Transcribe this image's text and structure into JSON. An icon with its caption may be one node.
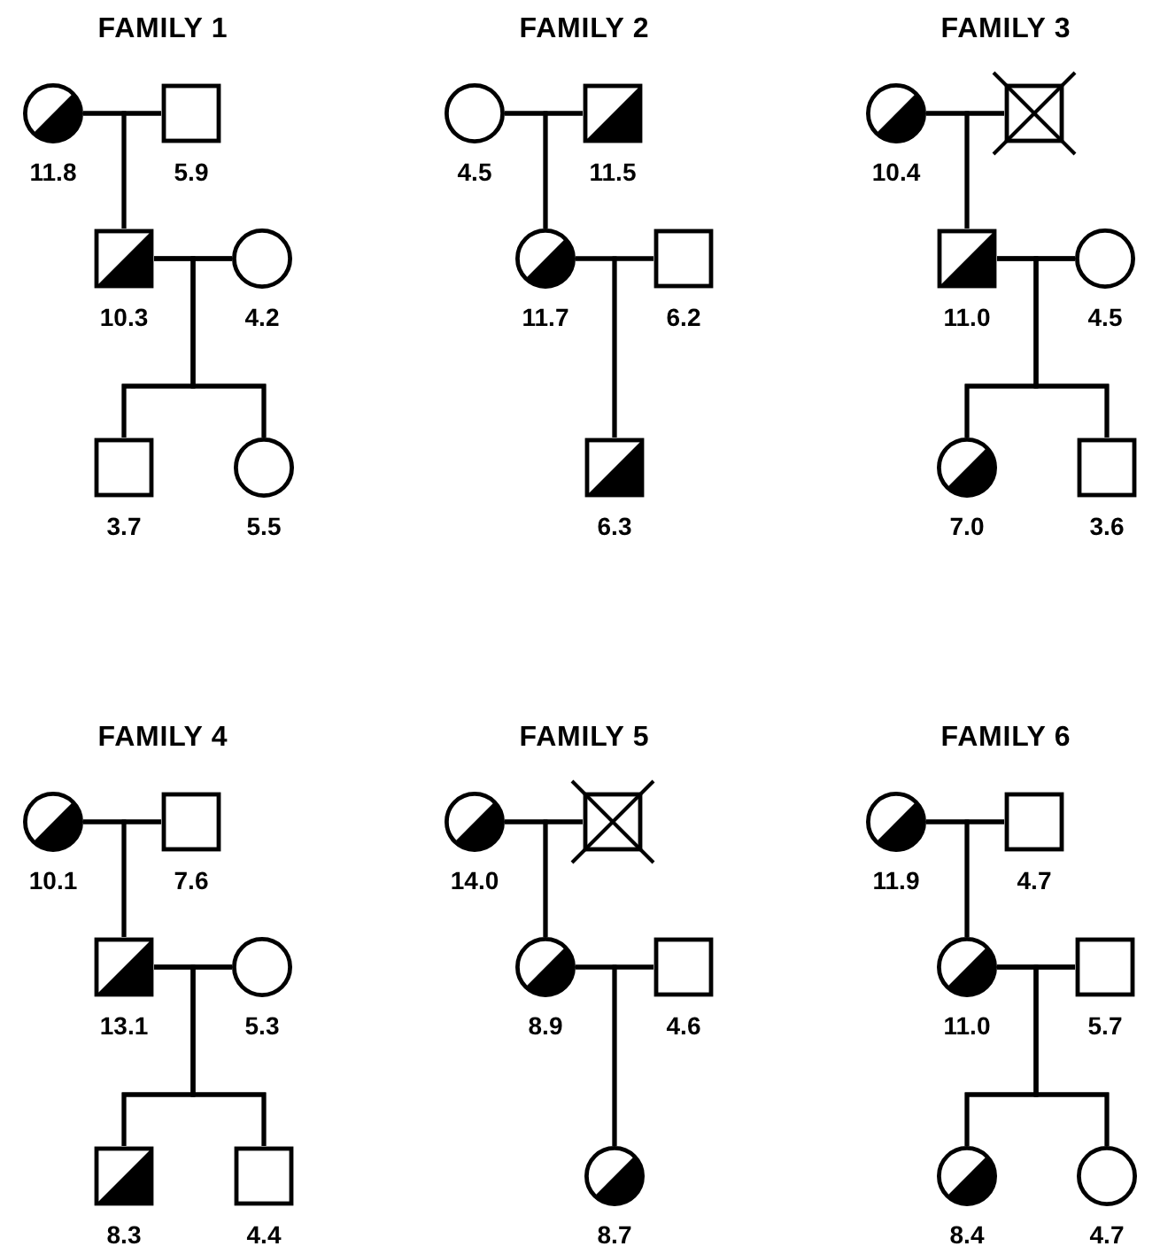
{
  "diagram": {
    "nodes": [
      {
        "text": [],
        "shape": "circle",
        "beside": [
          "11.8"
        ]
      },
      {
        "text": [],
        "shape": "square",
        "beside": [
          "5.9"
        ]
      },
      {
        "text": [],
        "shape": "square",
        "beside": [
          "10.3"
        ]
      },
      {
        "text": [],
        "shape": "circle",
        "beside": [
          "4.2"
        ]
      },
      {
        "text": [],
        "shape": "square",
        "beside": [
          "3.7"
        ]
      },
      {
        "text": [],
        "shape": "circle",
        "beside": [
          "5.5"
        ]
      },
      {
        "text": [],
        "shape": "circle",
        "beside": [
          "4.5"
        ]
      },
      {
        "text": [],
        "shape": "square",
        "beside": [
          "11.5"
        ]
      },
      {
        "text": [],
        "shape": "circle",
        "beside": [
          "11.7"
        ]
      },
      {
        "text": [],
        "shape": "square",
        "beside": [
          "6.2"
        ]
      },
      {
        "text": [],
        "shape": "square",
        "beside": [
          "6.3"
        ]
      },
      {
        "text": [],
        "shape": "circle",
        "beside": [
          "10.4"
        ]
      },
      {
        "text": [],
        "shape": "square"
      },
      {
        "text": [],
        "shape": "square",
        "beside": [
          "11.0"
        ]
      },
      {
        "text": [],
        "shape": "circle",
        "beside": [
          "4.5"
        ]
      },
      {
        "text": [],
        "shape": "circle",
        "beside": [
          "7.0"
        ]
      },
      {
        "text": [],
        "shape": "square",
        "beside": [
          "3.6"
        ]
      },
      {
        "text": [],
        "shape": "circle",
        "beside": [
          "10.1"
        ]
      },
      {
        "text": [],
        "shape": "square",
        "beside": [
          "7.6"
        ]
      },
      {
        "text": [],
        "shape": "square",
        "beside": [
          "13.1"
        ]
      },
      {
        "text": [],
        "shape": "circle",
        "beside": [
          "5.3"
        ]
      },
      {
        "text": [],
        "shape": "square",
        "beside": [
          "8.3"
        ]
      },
      {
        "text": [],
        "shape": "square",
        "beside": [
          "4.4"
        ]
      },
      {
        "text": [],
        "shape": "circle",
        "beside": [
          "14.0"
        ]
      },
      {
        "text": [],
        "shape": "square"
      },
      {
        "text": [],
        "shape": "circle",
        "beside": [
          "8.9"
        ]
      },
      {
        "text": [],
        "shape": "square",
        "beside": [
          "4.6"
        ]
      },
      {
        "text": [],
        "shape": "circle",
        "beside": [
          "8.7"
        ]
      },
      {
        "text": [],
        "shape": "circle",
        "beside": [
          "11.9"
        ]
      },
      {
        "text": [],
        "shape": "square",
        "beside": [
          "4.7"
        ]
      },
      {
        "text": [],
        "shape": "circle",
        "beside": [
          "11.0"
        ]
      },
      {
        "text": [],
        "shape": "square",
        "beside": [
          "5.7"
        ]
      },
      {
        "text": [],
        "shape": "circle",
        "beside": [
          "8.4"
        ]
      },
      {
        "text": [],
        "shape": "circle",
        "beside": [
          "4.7"
        ]
      }
    ],
    "edges": [
      {
        "from": 0,
        "to": 1,
        "arrow": "none"
      },
      {
        "from": 0,
        "to": 2,
        "arrow": "none"
      },
      {
        "from": 1,
        "to": 2,
        "arrow": "none"
      },
      {
        "from": 2,
        "to": 3,
        "arrow": "none"
      },
      {
        "from": 2,
        "to": 4,
        "arrow": "none"
      },
      {
        "from": 3,
        "to": 4,
        "arrow": "none"
      },
      {
        "from": 2,
        "to": 5,
        "arrow": "none"
      },
      {
        "from": 3,
        "to": 5,
        "arrow": "none"
      },
      {
        "from": 6,
        "to": 7,
        "arrow": "none"
      },
      {
        "from": 6,
        "to": 8,
        "arrow": "none"
      },
      {
        "from": 7,
        "to": 8,
        "arrow": "none"
      },
      {
        "from": 8,
        "to": 9,
        "arrow": "none"
      },
      {
        "from": 8,
        "to": 10,
        "arrow": "none"
      },
      {
        "from": 9,
        "to": 10,
        "arrow": "none"
      },
      {
        "from": 11,
        "to": 12,
        "arrow": "none"
      },
      {
        "from": 11,
        "to": 13,
        "arrow": "none"
      },
      {
        "from": 12,
        "to": 13,
        "arrow": "none"
      },
      {
        "from": 13,
        "to": 14,
        "arrow": "none"
      },
      {
        "from": 13,
        "to": 15,
        "arrow": "none"
      },
      {
        "from": 14,
        "to": 15,
        "arrow": "none"
      },
      {
        "from": 13,
        "to": 16,
        "arrow": "none"
      },
      {
        "from": 14,
        "to": 16,
        "arrow": "none"
      },
      {
        "from": 17,
        "to": 18,
        "arrow": "none"
      },
      {
        "from": 17,
        "to": 19,
        "arrow": "none"
      },
      {
        "from": 18,
        "to": 19,
        "arrow": "none"
      },
      {
        "from": 19,
        "to": 20,
        "arrow": "none"
      },
      {
        "from": 19,
        "to": 21,
        "arrow": "none"
      },
      {
        "from": 20,
        "to": 21,
        "arrow": "none"
      },
      {
        "from": 19,
        "to": 22,
        "arrow": "none"
      },
      {
        "from": 20,
        "to": 22,
        "arrow": "none"
      },
      {
        "from": 23,
        "to": 24,
        "arrow": "none"
      },
      {
        "from": 23,
        "to": 25,
        "arrow": "none"
      },
      {
        "from": 24,
        "to": 25,
        "arrow": "none"
      },
      {
        "from": 25,
        "to": 26,
        "arrow": "none"
      },
      {
        "from": 25,
        "to": 27,
        "arrow": "none"
      },
      {
        "from": 26,
        "to": 27,
        "arrow": "none"
      },
      {
        "from": 28,
        "to": 29,
        "arrow": "none"
      },
      {
        "from": 28,
        "to": 30,
        "arrow": "none"
      },
      {
        "from": 29,
        "to": 30,
        "arrow": "none"
      },
      {
        "from": 30,
        "to": 31,
        "arrow": "none"
      },
      {
        "from": 30,
        "to": 32,
        "arrow": "none"
      },
      {
        "from": 31,
        "to": 32,
        "arrow": "none"
      },
      {
        "from": 30,
        "to": 33,
        "arrow": "none"
      },
      {
        "from": 31,
        "to": 33,
        "arrow": "none"
      }
    ],
    "labels": [
      "FAMILY 1",
      "FAMILY 2",
      "FAMILY 3",
      "FAMILY 4",
      "FAMILY 5",
      "FAMILY 6"
    ]
  }
}
